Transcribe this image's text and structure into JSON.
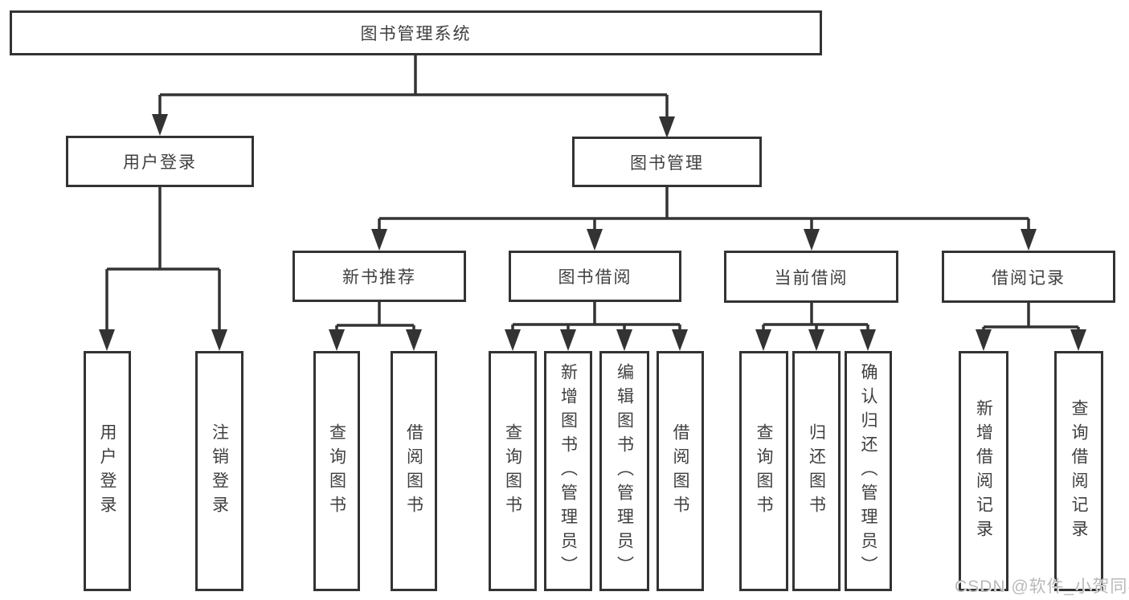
{
  "diagram_type": "hierarchy",
  "colors": {
    "line": "#333333",
    "box_border": "#333333",
    "box_background": "#ffffff",
    "text": "#3f3f3f",
    "watermark": "#b9b9b9"
  },
  "watermark": "CSDN @软件_小贺同学",
  "tree": {
    "root": "图书管理系统",
    "branches": [
      {
        "label": "用户登录",
        "leaves": [
          "用户登录",
          "注销登录"
        ]
      },
      {
        "label": "图书管理",
        "groups": [
          {
            "label": "新书推荐",
            "leaves": [
              "查询图书",
              "借阅图书"
            ]
          },
          {
            "label": "图书借阅",
            "leaves": [
              "查询图书",
              "新增图书（管理员）",
              "编辑图书（管理员）",
              "借阅图书"
            ]
          },
          {
            "label": "当前借阅",
            "leaves": [
              "查询图书",
              "归还图书",
              "确认归还（管理员）"
            ]
          },
          {
            "label": "借阅记录",
            "leaves": [
              "新增借阅记录",
              "查询借阅记录"
            ]
          }
        ]
      }
    ]
  }
}
